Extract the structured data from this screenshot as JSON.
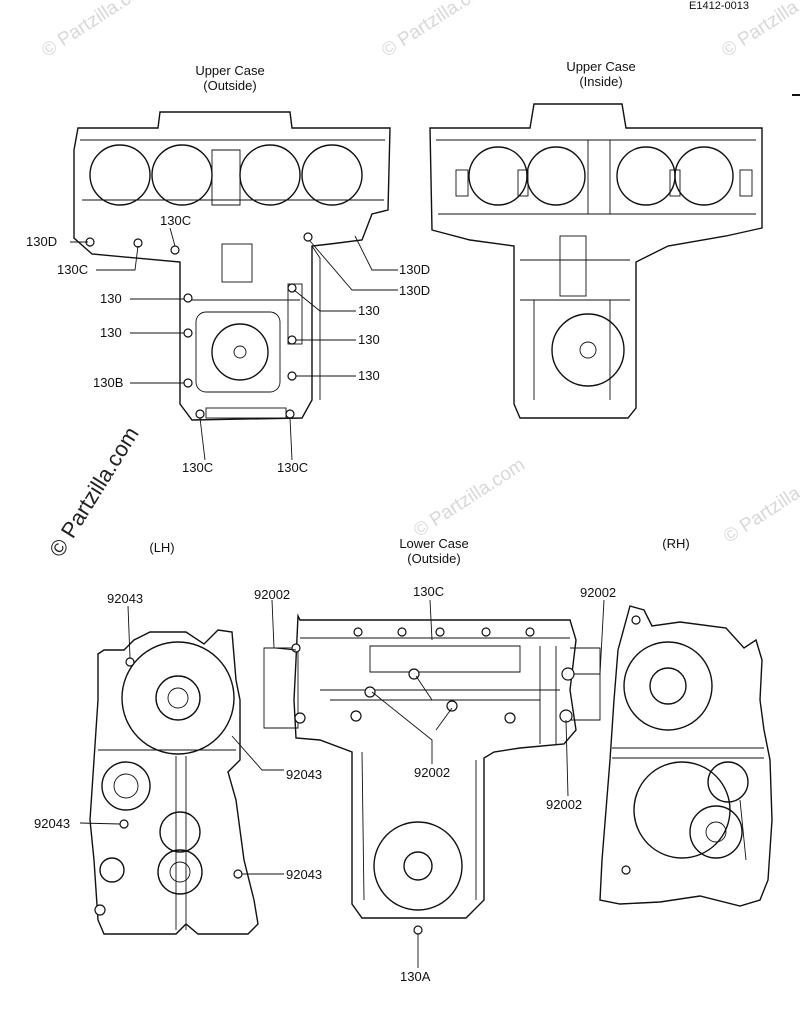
{
  "header": {
    "diagram_number": "E1412-0013"
  },
  "watermarks": {
    "light": "© Partzilla.com",
    "main": "© Partzilla.com"
  },
  "views": {
    "upper_outside": {
      "title": "Upper Case",
      "subtitle": "(Outside)"
    },
    "upper_inside": {
      "title": "Upper Case",
      "subtitle": "(Inside)"
    },
    "lower_lh": {
      "title": "(LH)"
    },
    "lower_outside": {
      "title": "Lower Case",
      "subtitle": "(Outside)"
    },
    "lower_rh": {
      "title": "(RH)"
    }
  },
  "callouts": {
    "upper": [
      "130D",
      "130C",
      "130C",
      "130D",
      "130D",
      "130",
      "130",
      "130",
      "130",
      "130",
      "130",
      "130B",
      "130C",
      "130C"
    ],
    "lower": [
      "92043",
      "92002",
      "130C",
      "92002",
      "92043",
      "92043",
      "92043",
      "92002",
      "92002",
      "130A"
    ]
  }
}
